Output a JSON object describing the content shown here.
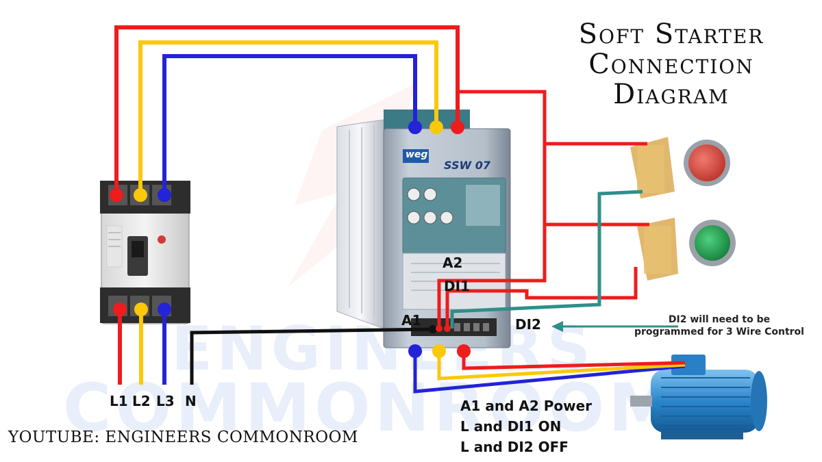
{
  "title": {
    "line1": "Soft Starter",
    "line2": "Connection",
    "line3": "Diagram"
  },
  "supply_labels": [
    "L1",
    "L2",
    "L3",
    "N"
  ],
  "terminal_labels": {
    "a1": "A1",
    "a2": "A2",
    "di1": "DI1",
    "di2": "DI2"
  },
  "note": {
    "line1": "DI2 will need to be",
    "line2": "programmed for 3 Wire Control"
  },
  "legend": {
    "line1": "A1 and A2 Power",
    "line2": "L and DI1 ON",
    "line3": "L and DI2 OFF"
  },
  "footer": "YOUTUBE: ENGINEERS COMMONROOM",
  "device": {
    "brand": "weg",
    "model": "SSW 07"
  },
  "watermark": {
    "line1": "ENGINEERS",
    "line2": "COMMONROOM"
  },
  "colors": {
    "l1": "#ee1c1c",
    "l2": "#fbc80a",
    "l3": "#2323d8",
    "neutral": "#111111",
    "control": "#2f8f8a",
    "start_button": "#d9443b",
    "stop_button": "#1f9a4a"
  },
  "icons": [
    "circuit-breaker-icon",
    "soft-starter-icon",
    "push-button-red-icon",
    "push-button-green-icon",
    "motor-icon"
  ]
}
